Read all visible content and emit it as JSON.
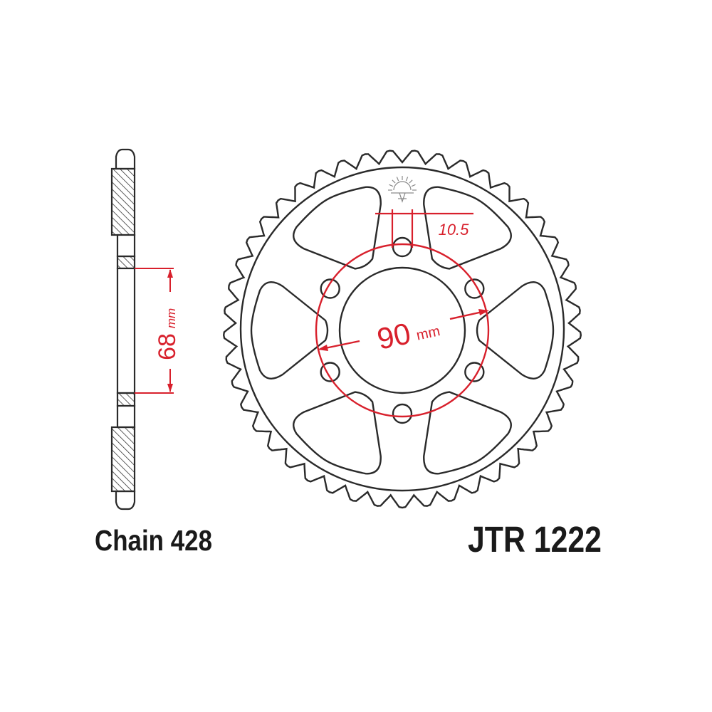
{
  "labels": {
    "chain": "Chain 428",
    "part_number": "JTR 1222"
  },
  "dimensions": {
    "hub_width_value": "68",
    "hub_width_unit": "mm",
    "bolt_circle_value": "90",
    "bolt_circle_unit": "mm",
    "bolt_hole": "10.5"
  },
  "sprocket": {
    "bolt_holes": 6,
    "cutouts": 6
  },
  "colors": {
    "outline": "#2a2a2a",
    "dimension": "#d8202c",
    "logo": "#8a8a8a"
  }
}
